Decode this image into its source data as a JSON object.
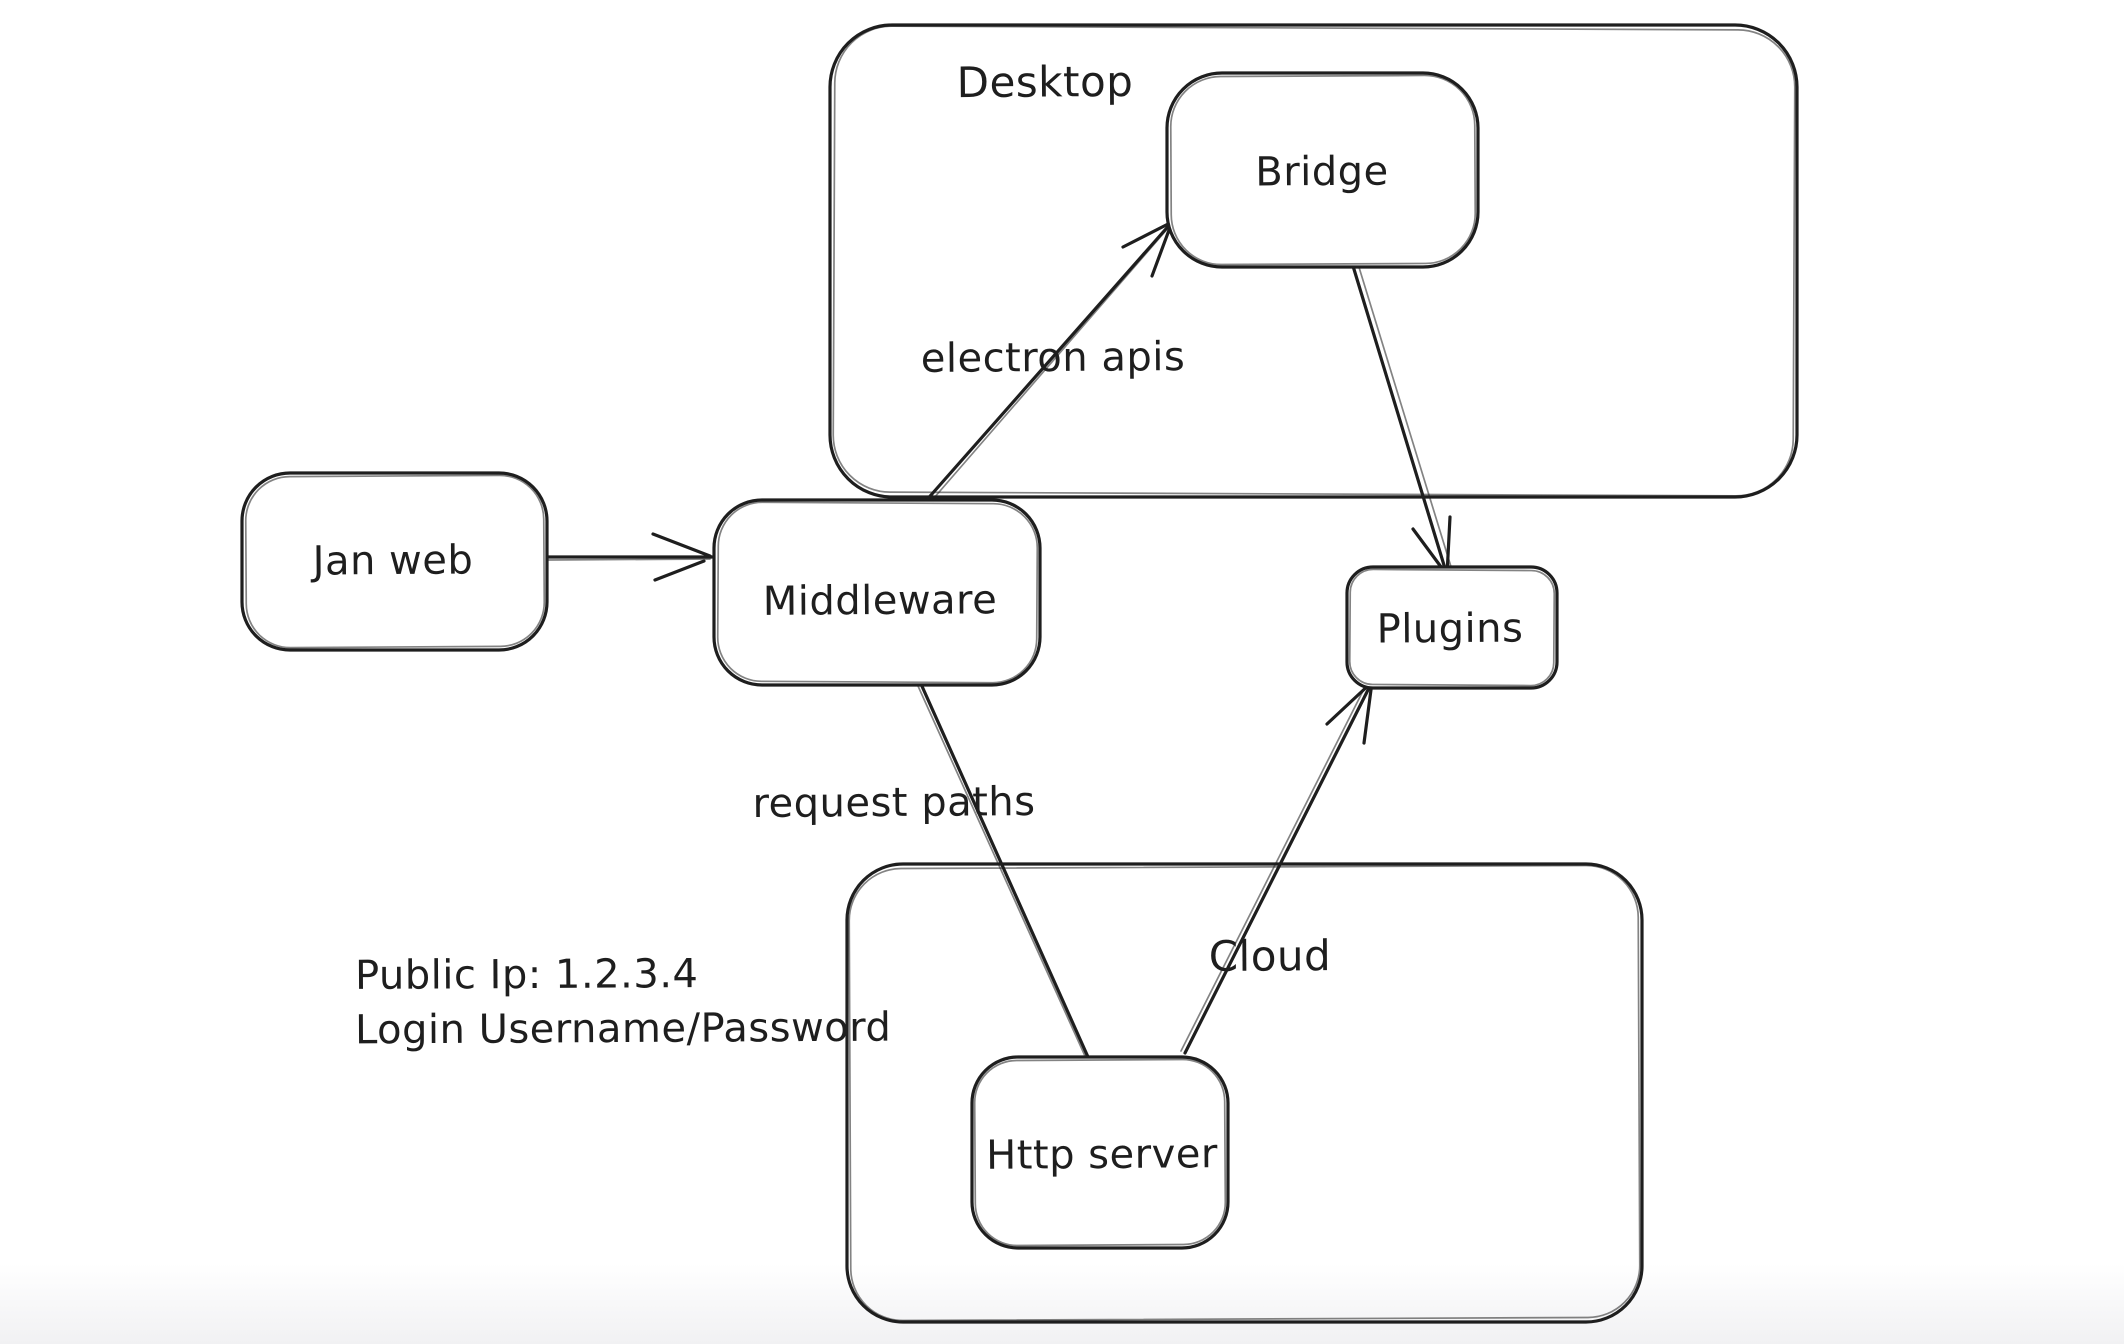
{
  "canvas": {
    "background": "#ffffff",
    "bottom_fade": "#f1f1f3",
    "stroke_color": "#1e1e1e"
  },
  "diagram": {
    "containers": [
      {
        "id": "desktop",
        "label": "Desktop"
      },
      {
        "id": "cloud",
        "label": "Cloud"
      }
    ],
    "nodes": [
      {
        "id": "jan-web",
        "label": "Jan web"
      },
      {
        "id": "middleware",
        "label": "Middleware"
      },
      {
        "id": "bridge",
        "label": "Bridge"
      },
      {
        "id": "plugins",
        "label": "Plugins"
      },
      {
        "id": "http-server",
        "label": "Http server"
      }
    ],
    "edges": [
      {
        "from": "Jan web",
        "to": "Middleware",
        "label": ""
      },
      {
        "from": "Middleware",
        "to": "Bridge",
        "label": "electron apis"
      },
      {
        "from": "Bridge",
        "to": "Plugins",
        "label": ""
      },
      {
        "from": "Middleware",
        "to": "Http server",
        "label": "request paths"
      },
      {
        "from": "Http server",
        "to": "Plugins",
        "label": ""
      }
    ],
    "annotations": [
      {
        "text": "Public Ip: 1.2.3.4"
      },
      {
        "text": "Login Username/Password"
      }
    ]
  }
}
